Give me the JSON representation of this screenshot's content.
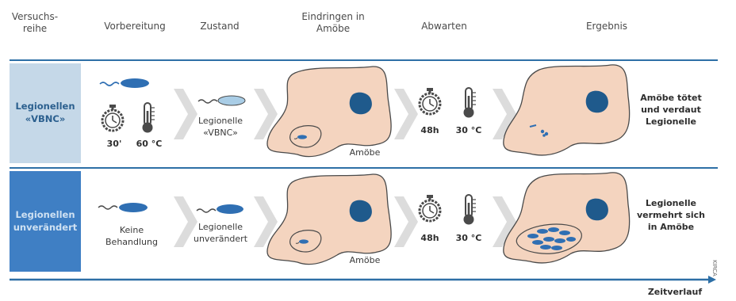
{
  "headers": {
    "series": "Versuchs-\nreihe",
    "preparation": "Vorbereitung",
    "state": "Zustand",
    "penetration": "Eindringen in\nAmöbe",
    "waiting": "Abwarten",
    "result": "Ergebnis"
  },
  "rows": [
    {
      "label": "Legionellen\n«VBNC»",
      "prep_time": "30'",
      "prep_temp": "60 °C",
      "state": "Legionelle\n«VBNC»",
      "amoeba": "Amöbe",
      "wait_time": "48h",
      "wait_temp": "30 °C",
      "result": "Amöbe tötet\nund verdaut\nLegionelle"
    },
    {
      "label": "Legionellen\nunverändert",
      "prep_text": "Keine\nBehandlung",
      "state": "Legionelle\nunverändert",
      "amoeba": "Amöbe",
      "wait_time": "48h",
      "wait_temp": "30 °C",
      "result": "Legionelle\nvermehrt sich\nin Amöbe"
    }
  ],
  "footer": {
    "timeline": "Zeitverlauf"
  },
  "credit": "KIRCA",
  "colors": {
    "row1_label_bg": "#c5d8e8",
    "row2_label_bg": "#3f7fc4",
    "amoeba_fill": "#f4d4bf",
    "nucleus": "#1f5a8c",
    "bacterium_light": "#a9cde6",
    "bacterium_dark": "#2f6fb3",
    "arrow_gray": "#dcdcdc",
    "line_blue": "#2d6fa6"
  }
}
